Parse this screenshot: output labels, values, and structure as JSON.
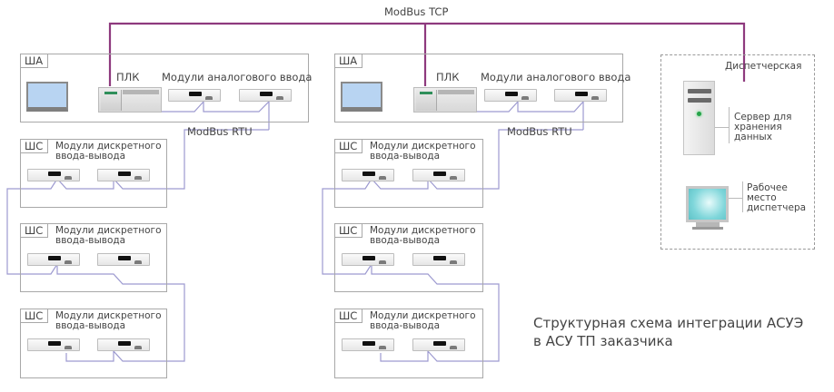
{
  "diagram": {
    "networks": {
      "tcp_label": "ModBus TCP",
      "rtu_label_left": "ModBus RTU",
      "rtu_label_right": "ModBus RTU"
    },
    "colors": {
      "tcp_line": "#8e3a7e",
      "rtu_line": "#9d9ad0",
      "box_border": "#a8a8a8",
      "panel_screen": "#b8d4f2",
      "monitor_screen": "#7fd6da",
      "server_led": "#26a34a"
    },
    "left_column": {
      "sha": {
        "tag": "ША",
        "plc_label": "ПЛК",
        "modules_label": "Модули аналогового ввода"
      },
      "shs": [
        {
          "tag": "ШС",
          "label_line1": "Модули дискретного",
          "label_line2": "ввода-вывода"
        },
        {
          "tag": "ШС",
          "label_line1": "Модули дискретного",
          "label_line2": "ввода-вывода"
        },
        {
          "tag": "ШС",
          "label_line1": "Модули дискретного",
          "label_line2": "ввода-вывода"
        }
      ]
    },
    "right_column": {
      "sha": {
        "tag": "ША",
        "plc_label": "ПЛК",
        "modules_label": "Модули аналогового ввода"
      },
      "shs": [
        {
          "tag": "ШС",
          "label_line1": "Модули дискретного",
          "label_line2": "ввода-вывода"
        },
        {
          "tag": "ШС",
          "label_line1": "Модули дискретного",
          "label_line2": "ввода-вывода"
        },
        {
          "tag": "ШС",
          "label_line1": "Модули дискретного",
          "label_line2": "ввода-вывода"
        }
      ]
    },
    "dispatch": {
      "title": "Диспетчерская",
      "server_label": [
        "Сервер для",
        "хранения",
        "данных"
      ],
      "workstation_label": [
        "Рабочее",
        "место",
        "диспетчера"
      ]
    },
    "caption": [
      "Структурная схема интеграции АСУЭ",
      "в АСУ ТП заказчика"
    ]
  }
}
